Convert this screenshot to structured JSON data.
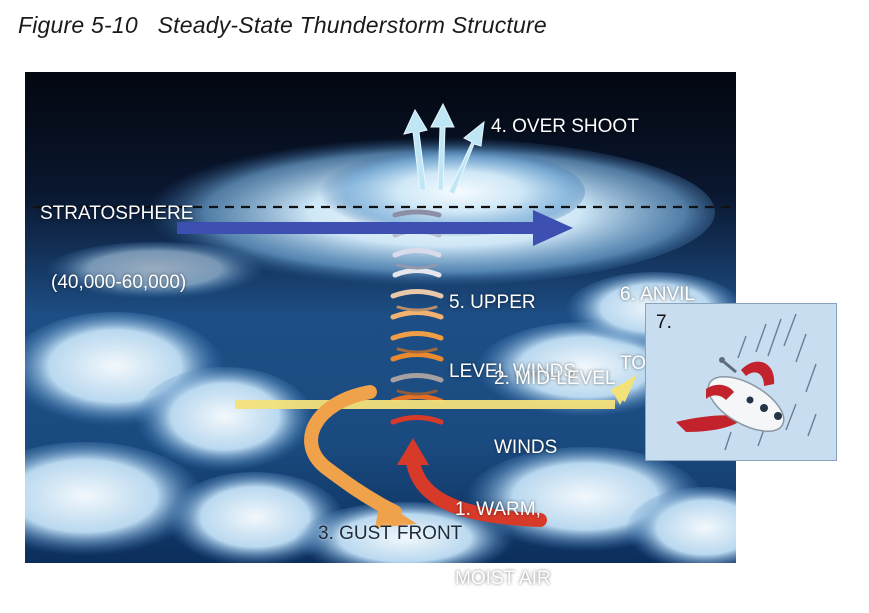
{
  "figure": {
    "number": "Figure 5-10",
    "title": "Steady-State Thunderstorm Structure"
  },
  "labels": {
    "stratosphere_line1": "STRATOSPHERE",
    "stratosphere_line2": "(40,000-60,000)",
    "overshoot": "4. OVER SHOOT",
    "upper_winds_line1": "5. UPPER",
    "upper_winds_line2": "LEVEL WINDS",
    "anvil_line1": "6. ANVIL",
    "anvil_line2": "TOP",
    "mid_winds_line1": "2. MID-LEVEL",
    "mid_winds_line2": "WINDS",
    "warm_air_line1": "1. WARM,",
    "warm_air_line2": "MOIST AIR",
    "gust_front": "3. GUST FRONT",
    "inset": "7."
  },
  "colors": {
    "upper_wind_arrow": "#3d4fb0",
    "mid_wind_arrow": "#f3e27a",
    "gust_arrow": "#f0a24a",
    "warm_air_arrow": "#d83a2a",
    "overshoot_arrows": "#bfe6f5",
    "sky_dark": "#050b1c",
    "cloud": "#eaf4fb"
  },
  "icons": {
    "inset_picture": "overturned-airplane-in-rain-icon"
  }
}
